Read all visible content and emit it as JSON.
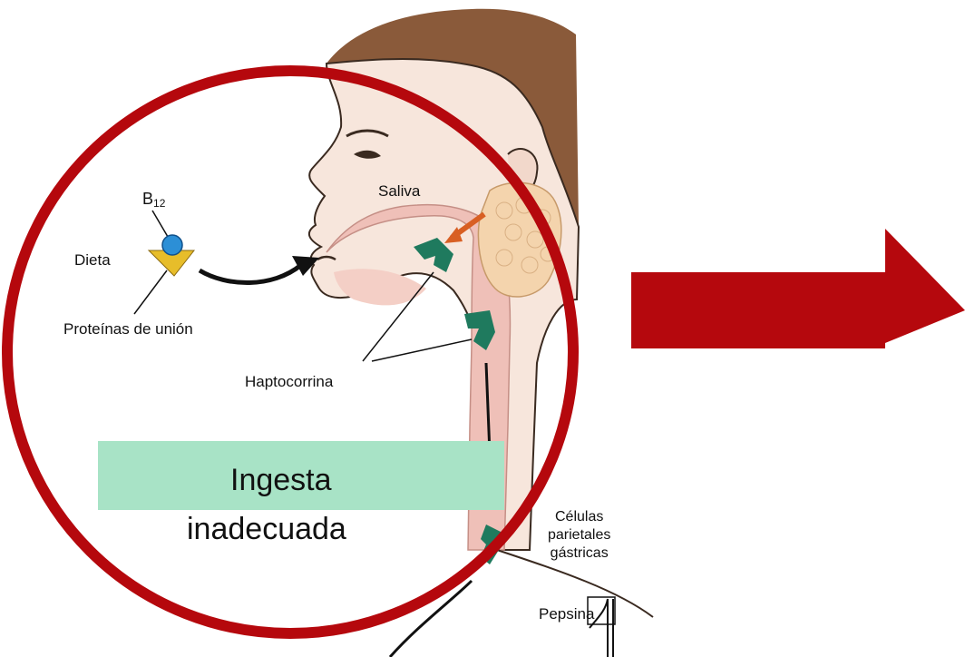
{
  "labels": {
    "b12_base": "B",
    "b12_sub": "12",
    "diet": "Dieta",
    "saliva": "Saliva",
    "binding_proteins": "Proteínas de unión",
    "haptocorrin": "Haptocorrina",
    "gastric_cells": [
      "Células",
      "parietales",
      "gástricas"
    ],
    "pepsin": "Pepsina"
  },
  "callout": {
    "line1": "Ingesta",
    "line2": "inadecuada"
  },
  "colors": {
    "circle": "#b5080d",
    "big_arrow": "#b5080d",
    "highlight": "#a8e3c6",
    "skin": "#f7e6dc",
    "throat": "#efc0b8",
    "hair": "#8a5a3a",
    "gland": "#f4d4ad",
    "haptocorrin": "#1f7a5e",
    "b12_ball": "#2c8fd6",
    "protein": "#e7bd2a"
  },
  "icons": [
    "head-illustration",
    "salivary-gland-icon",
    "b12-molecule-icon",
    "haptocorrin-icon",
    "right-arrow-icon"
  ]
}
